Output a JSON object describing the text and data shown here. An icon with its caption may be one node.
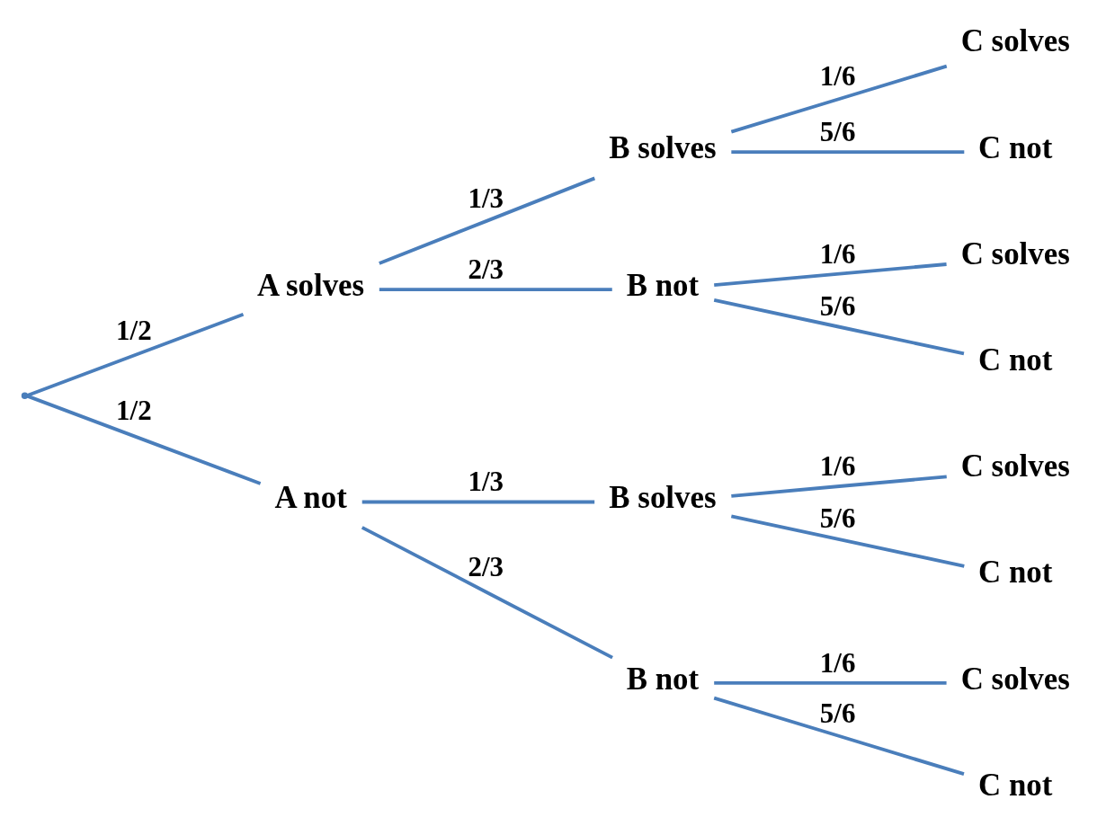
{
  "diagram": {
    "nodes": [
      {
        "text": [],
        "shape": "point"
      },
      {
        "text": [
          "A solves"
        ]
      },
      {
        "text": [
          "B solves"
        ]
      },
      {
        "text": [
          "C solves"
        ]
      },
      {
        "text": [
          "C not"
        ]
      },
      {
        "text": [
          "B not"
        ]
      },
      {
        "text": [
          "C solves"
        ]
      },
      {
        "text": [
          "C not"
        ]
      },
      {
        "text": [
          "A not"
        ]
      },
      {
        "text": [
          "B solves"
        ]
      },
      {
        "text": [
          "C solves"
        ]
      },
      {
        "text": [
          "C not"
        ]
      },
      {
        "text": [
          "B not"
        ]
      },
      {
        "text": [
          "C solves"
        ]
      },
      {
        "text": [
          "C not"
        ]
      }
    ],
    "edges": [
      {
        "from": 0,
        "to": 1,
        "arrow": "none",
        "label": "1/2"
      },
      {
        "from": 0,
        "to": 8,
        "arrow": "none",
        "label": "1/2"
      },
      {
        "from": 1,
        "to": 2,
        "arrow": "none",
        "label": "1/3"
      },
      {
        "from": 1,
        "to": 5,
        "arrow": "none",
        "label": "2/3"
      },
      {
        "from": 2,
        "to": 3,
        "arrow": "none",
        "label": "1/6"
      },
      {
        "from": 2,
        "to": 4,
        "arrow": "none",
        "label": "5/6"
      },
      {
        "from": 5,
        "to": 6,
        "arrow": "none",
        "label": "1/6"
      },
      {
        "from": 5,
        "to": 7,
        "arrow": "none",
        "label": "5/6"
      },
      {
        "from": 8,
        "to": 9,
        "arrow": "none",
        "label": "1/3"
      },
      {
        "from": 8,
        "to": 12,
        "arrow": "none",
        "label": "2/3"
      },
      {
        "from": 9,
        "to": 10,
        "arrow": "none",
        "label": "1/6"
      },
      {
        "from": 9,
        "to": 11,
        "arrow": "none",
        "label": "5/6"
      },
      {
        "from": 12,
        "to": 13,
        "arrow": "none",
        "label": "1/6"
      },
      {
        "from": 12,
        "to": 14,
        "arrow": "none",
        "label": "5/6"
      }
    ]
  }
}
